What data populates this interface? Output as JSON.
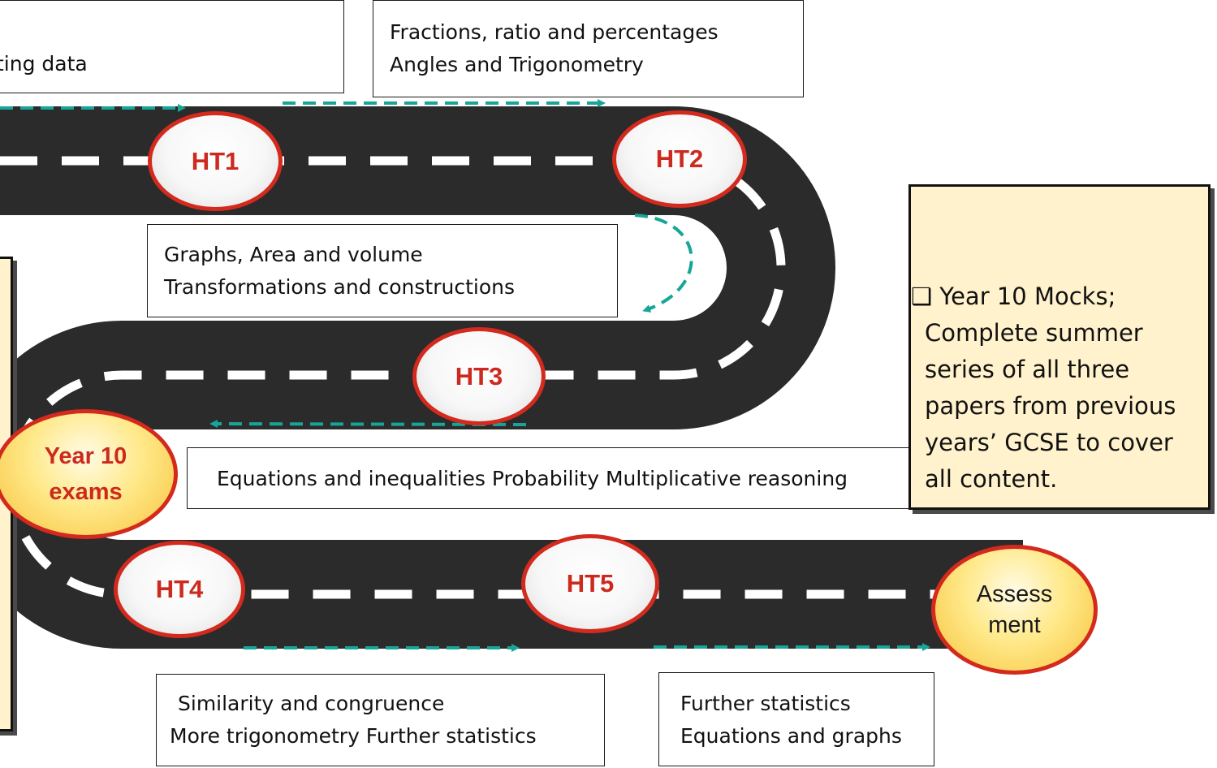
{
  "topics": {
    "top_left": [
      "ting data"
    ],
    "ht2": [
      "Fractions, ratio and percentages",
      "Angles and Trigonometry"
    ],
    "ht3": [
      "Graphs, Area and volume",
      "Transformations and constructions"
    ],
    "ht4": [
      "Equations and inequalities Probability Multiplicative reasoning"
    ],
    "ht5": [
      "Similarity and congruence",
      "More trigonometry Further statistics"
    ],
    "ht6": [
      "Further statistics",
      "Equations and graphs"
    ]
  },
  "milestones": {
    "ht1": "HT1",
    "ht2": "HT2",
    "ht3": "HT3",
    "exams": [
      "Year 10",
      "exams"
    ],
    "ht4": "HT4",
    "ht5": "HT5",
    "assessment": [
      "Assess",
      "ment"
    ]
  },
  "mock_note": {
    "bullet": "❑",
    "lines": [
      "Year 10 Mocks;",
      "Complete summer",
      "series of all three",
      "papers from previous",
      "years’ GCSE to cover",
      "all content."
    ]
  },
  "colors": {
    "road": "#2b2b2b",
    "lane_dash": "#ffffff",
    "arrow": "#17a597",
    "node_border": "#d42a1e",
    "note_fill": "#fff2cc"
  }
}
